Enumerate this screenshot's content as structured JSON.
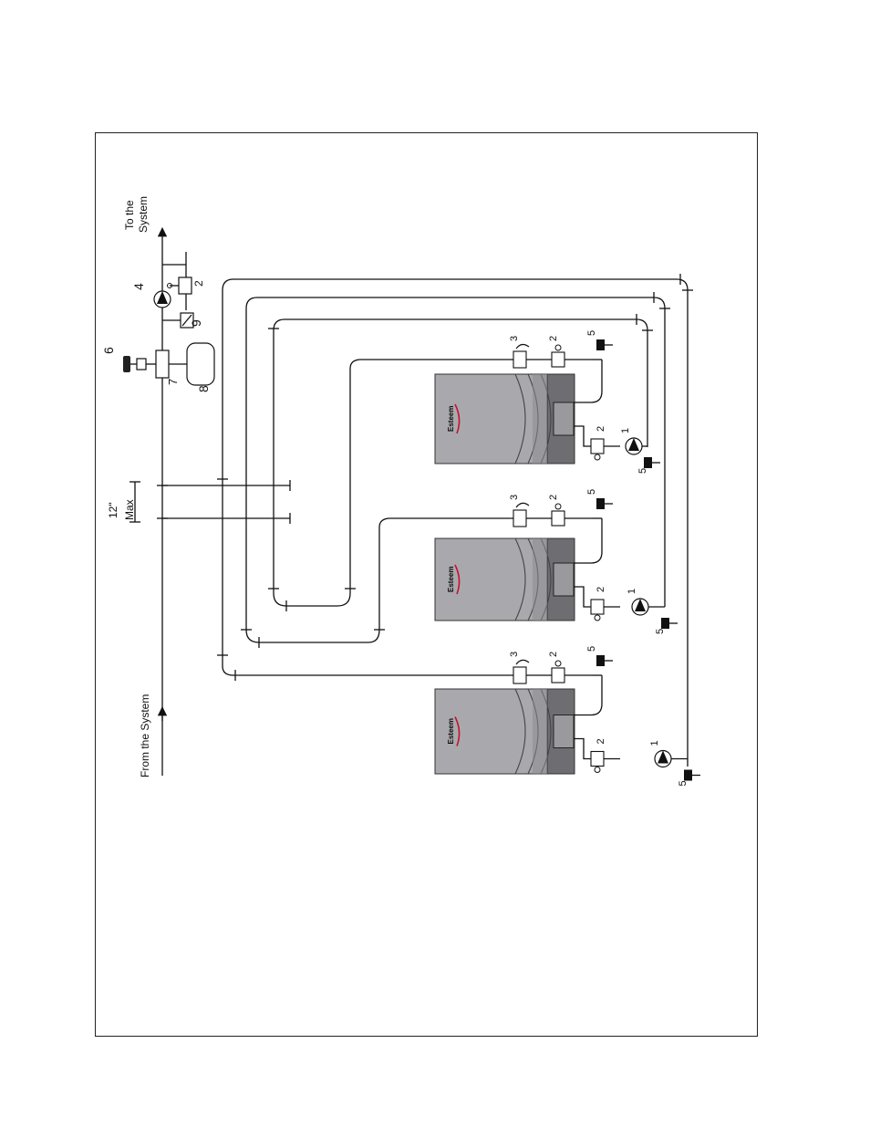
{
  "system_labels": {
    "to_system_line1": "To the",
    "to_system_line2": "System",
    "from_system": "From the System"
  },
  "dimension": {
    "line1": "12\"",
    "line2": "Max"
  },
  "boiler_brand": "Esteem",
  "component_numbers": {
    "pump": "1",
    "valve": "2",
    "relief_valve": "3",
    "system_pump": "4",
    "drain": "5",
    "make_up": "6",
    "air_separator": "7",
    "expansion_tank": "8",
    "strainer": "9"
  },
  "colors": {
    "boiler_body": "#a9a9ad",
    "boiler_dark": "#6e6e72",
    "boiler_band": "#8c8c90",
    "logo_red": "#c8102e"
  }
}
